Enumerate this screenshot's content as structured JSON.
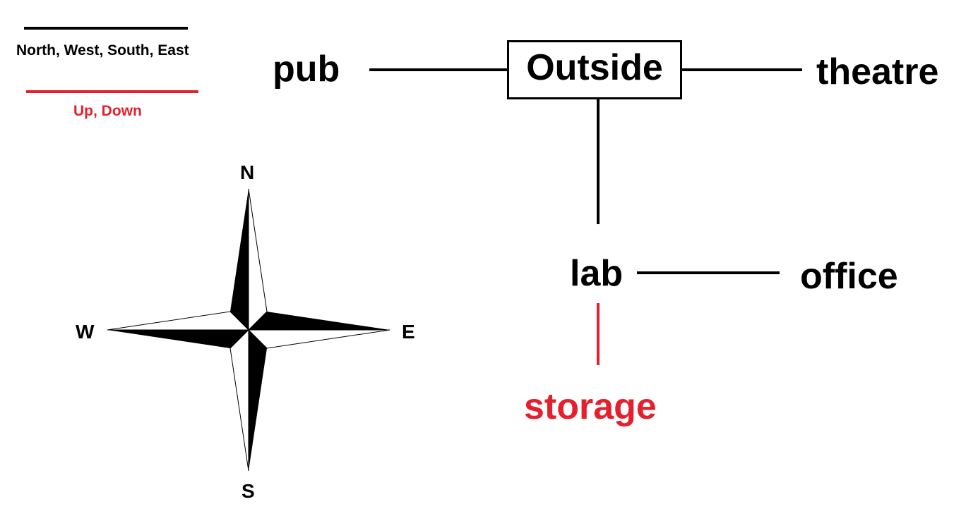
{
  "legend": {
    "horizontal_label": "North, West, South, East",
    "vertical_label": "Up, Down",
    "horizontal_color": "#000000",
    "vertical_color": "#e5202e"
  },
  "compass": {
    "north": "N",
    "south": "S",
    "east": "E",
    "west": "W"
  },
  "map": {
    "current_room": "Outside",
    "rooms": {
      "outside": "Outside",
      "pub": "pub",
      "theatre": "theatre",
      "lab": "lab",
      "office": "office",
      "storage": "storage"
    },
    "connections": [
      {
        "from": "Outside",
        "to": "pub",
        "direction": "West"
      },
      {
        "from": "Outside",
        "to": "theatre",
        "direction": "East"
      },
      {
        "from": "Outside",
        "to": "lab",
        "direction": "South"
      },
      {
        "from": "lab",
        "to": "office",
        "direction": "East"
      },
      {
        "from": "lab",
        "to": "storage",
        "direction": "Down"
      }
    ]
  }
}
